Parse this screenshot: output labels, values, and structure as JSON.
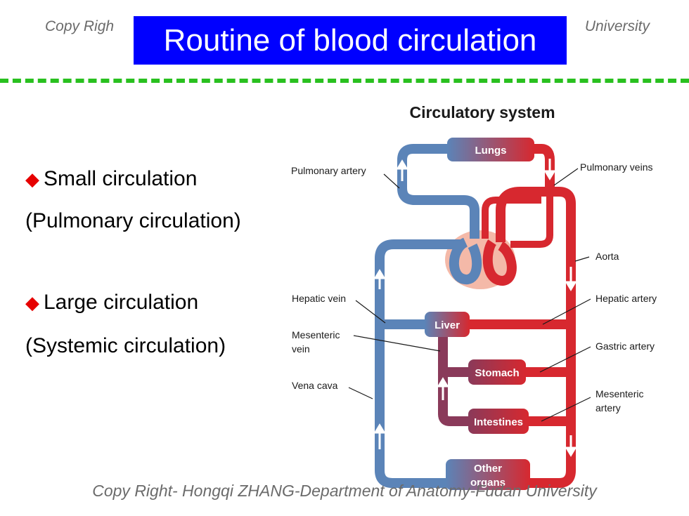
{
  "header": {
    "copyright_left": "Copy Righ",
    "copyright_right": "University",
    "title": "Routine of blood circulation"
  },
  "bullets": [
    {
      "marker": "◆",
      "label": "Small circulation"
    },
    {
      "marker": "",
      "label": "(Pulmonary circulation)"
    },
    {
      "marker": "◆",
      "label": "Large circulation"
    },
    {
      "marker": "",
      "label": "(Systemic circulation)"
    }
  ],
  "diagram": {
    "title": "Circulatory system",
    "organs": {
      "lungs": "Lungs",
      "liver": "Liver",
      "stomach": "Stomach",
      "intestines": "Intestines",
      "other_line1": "Other",
      "other_line2": "organs"
    },
    "labels": {
      "pulmonary_artery": "Pulmonary artery",
      "pulmonary_veins": "Pulmonary veins",
      "aorta": "Aorta",
      "hepatic_vein": "Hepatic vein",
      "hepatic_artery": "Hepatic artery",
      "mesenteric_vein_1": "Mesenteric",
      "mesenteric_vein_2": "vein",
      "gastric_artery": "Gastric artery",
      "vena_cava": "Vena cava",
      "mesenteric_artery_1": "Mesenteric",
      "mesenteric_artery_2": "artery"
    },
    "colors": {
      "artery": "#d7282f",
      "vein": "#5b84b8",
      "portal": "#8a3a5a",
      "heart_bg": "#f4b9a8"
    }
  },
  "footer": {
    "copyright": "Copy Right- Hongqi ZHANG-Department of Anatomy-Fudan University"
  }
}
